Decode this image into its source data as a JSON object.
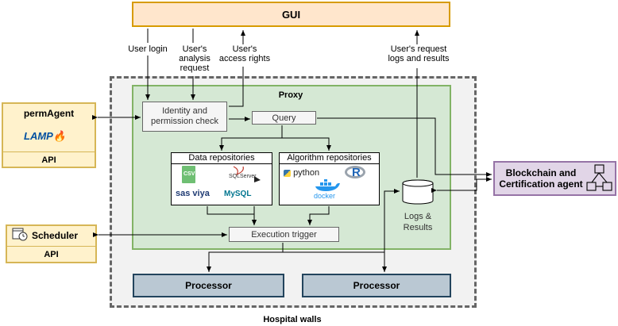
{
  "gui": {
    "title": "GUI"
  },
  "hospital": {
    "label": "Hospital walls"
  },
  "proxy": {
    "title": "Proxy"
  },
  "identity": {
    "line1": "Identity and",
    "line2": "permission check"
  },
  "query": {
    "label": "Query"
  },
  "data_repos": {
    "title": "Data repositories",
    "logos": {
      "csv": "CSV",
      "sqlserver": "SQLServer",
      "sas": "sas viya",
      "mysql": "MySQL"
    }
  },
  "algo_repos": {
    "title": "Algorithm repositories",
    "logos": {
      "python": "python",
      "r": "R",
      "docker": "docker"
    }
  },
  "logs": {
    "line1": "Logs &",
    "line2": "Results"
  },
  "execution": {
    "label": "Execution trigger"
  },
  "processors": [
    "Processor",
    "Processor"
  ],
  "permagent": {
    "title": "permAgent",
    "logo_text": "LAMP",
    "api": "API"
  },
  "scheduler": {
    "title": "Scheduler",
    "api": "API"
  },
  "blockchain": {
    "line1": "Blockchain and",
    "line2": "Certification agent"
  },
  "arrows": {
    "user_login": "User login",
    "analysis": [
      "User's",
      "analysis",
      "request"
    ],
    "access": [
      "User's",
      "access rights"
    ],
    "logs_request": [
      "User's request",
      "logs and results"
    ]
  },
  "colors": {
    "gui_fill": "#ffe6cc",
    "gui_stroke": "#d79b00",
    "proxy_fill": "#d5e8d4",
    "proxy_stroke": "#82b366",
    "side_fill": "#fff2cc",
    "side_stroke": "#d6b656",
    "processor_fill": "#bac8d3",
    "processor_stroke": "#23445d",
    "blockchain_fill": "#e1d5e7",
    "blockchain_stroke": "#9673a6"
  }
}
